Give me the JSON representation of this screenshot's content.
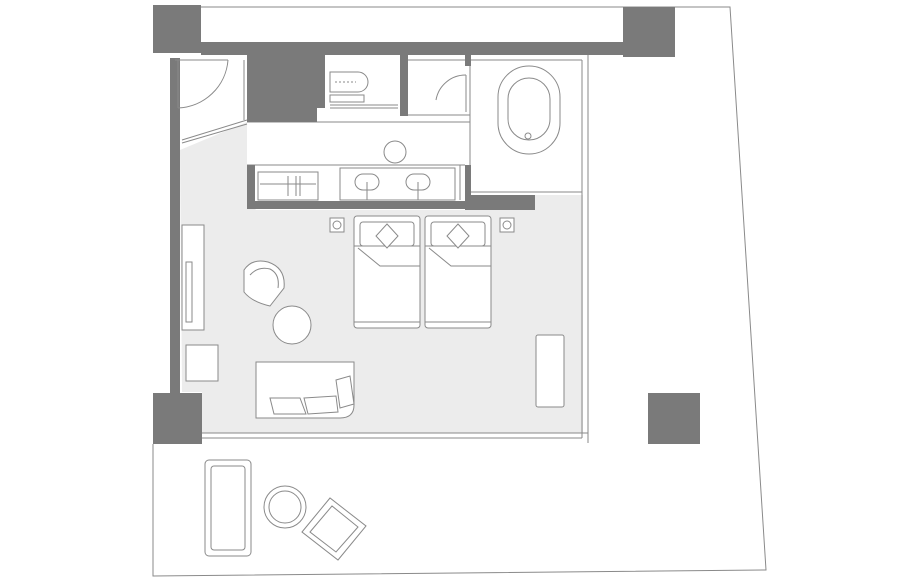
{
  "plan": {
    "type": "hotel-room-floor-plan",
    "labels": [],
    "colors": {
      "wall": "#7a7a7a",
      "floor": "#ececec",
      "line": "#8a8a8a",
      "background": "#ffffff"
    },
    "rooms": [
      "entry",
      "toilet",
      "shower",
      "bathroom",
      "vanity",
      "closet",
      "bedroom",
      "terrace"
    ],
    "furniture": {
      "beds": 2,
      "sinks": 2,
      "bathtub": 1,
      "toilet": 1,
      "sofa": 1,
      "armchairs": 2,
      "round_tables": 2,
      "bedside_lamps": 2,
      "terrace_bench": 1
    }
  }
}
